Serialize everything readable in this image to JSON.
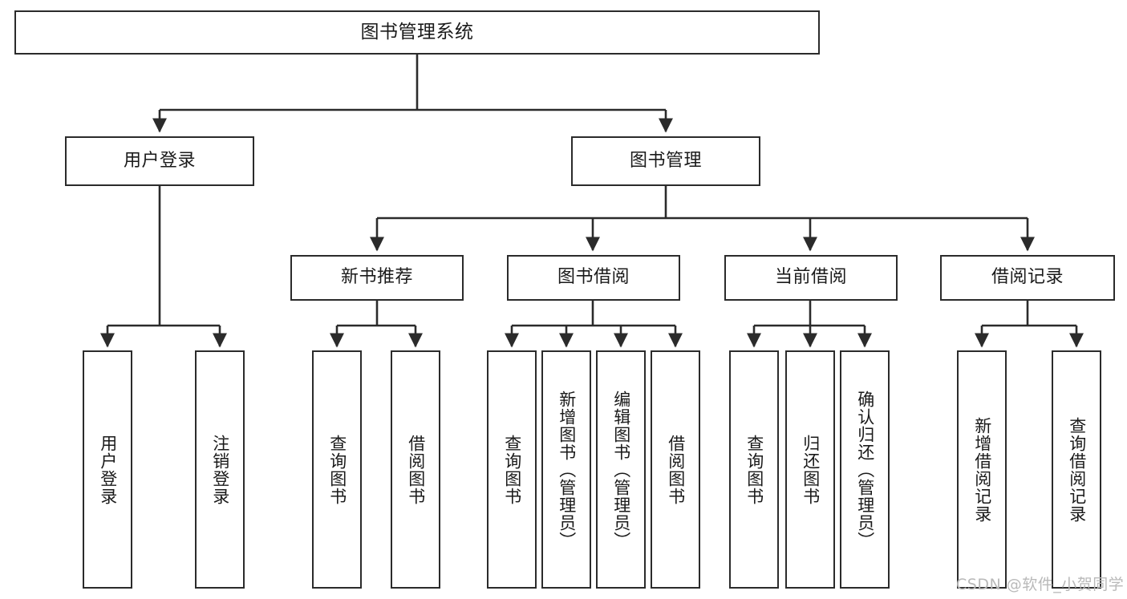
{
  "diagram": {
    "title": "图书管理系统",
    "type": "tree-hierarchy-diagram",
    "colors": {
      "box_border": "#2b2b2b",
      "box_fill": "#ffffff",
      "line": "#2b2b2b",
      "text": "#1a1a1a",
      "watermark": "#b9b9b9",
      "background": "#ffffff"
    },
    "levels": {
      "root": {
        "label": "图书管理系统"
      },
      "level2": [
        {
          "id": "user-login",
          "label": "用户登录"
        },
        {
          "id": "book-management",
          "label": "图书管理"
        }
      ],
      "level3": [
        {
          "id": "new-book-recommend",
          "label": "新书推荐",
          "parent": "book-management"
        },
        {
          "id": "book-borrow",
          "label": "图书借阅",
          "parent": "book-management"
        },
        {
          "id": "current-borrow",
          "label": "当前借阅",
          "parent": "book-management"
        },
        {
          "id": "borrow-record",
          "label": "借阅记录",
          "parent": "book-management"
        }
      ],
      "leaves": [
        {
          "id": "leaf-user-login",
          "label": "用户登录",
          "parent": "user-login"
        },
        {
          "id": "leaf-logout-login",
          "label": "注销登录",
          "parent": "user-login"
        },
        {
          "id": "leaf-query-book-1",
          "label": "查询图书",
          "parent": "new-book-recommend"
        },
        {
          "id": "leaf-borrow-book-1",
          "label": "借阅图书",
          "parent": "new-book-recommend"
        },
        {
          "id": "leaf-query-book-2",
          "label": "查询图书",
          "parent": "book-borrow"
        },
        {
          "id": "leaf-add-book-admin",
          "label": "新增图书（管理员）",
          "parent": "book-borrow"
        },
        {
          "id": "leaf-edit-book-admin",
          "label": "编辑图书（管理员）",
          "parent": "book-borrow"
        },
        {
          "id": "leaf-borrow-book-2",
          "label": "借阅图书",
          "parent": "book-borrow"
        },
        {
          "id": "leaf-query-book-3",
          "label": "查询图书",
          "parent": "current-borrow"
        },
        {
          "id": "leaf-return-book",
          "label": "归还图书",
          "parent": "current-borrow"
        },
        {
          "id": "leaf-confirm-return-admin",
          "label": "确认归还（管理员）",
          "parent": "current-borrow"
        },
        {
          "id": "leaf-add-borrow-record",
          "label": "新增借阅记录",
          "parent": "borrow-record"
        },
        {
          "id": "leaf-query-borrow-record",
          "label": "查询借阅记录",
          "parent": "borrow-record"
        }
      ]
    },
    "watermark": "CSDN @软件_小贺同学"
  }
}
